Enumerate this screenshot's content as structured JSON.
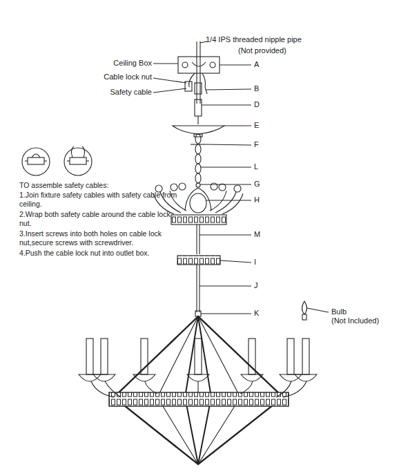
{
  "diagram": {
    "labels": [
      "1/4 IPS threaded nipple pipe",
      "(Not provided)",
      "Ceiling Box",
      "A",
      "Cable lock nut",
      "B",
      "Safety cable",
      "D",
      "E",
      "F",
      "L",
      "G",
      "H",
      "M",
      "I",
      "J",
      "K",
      "Bulb",
      "(Not Included)",
      "TO assemble safety cables:",
      "1.Join fixture safety cables with safety cable from ceiling.",
      "2.Wrap both safety cable around the cable lock nut.",
      "3.Insert screws into both holes on cable lock nut,secure screws with screwdriver.",
      "4.Push the cable lock nut into outlet box."
    ]
  }
}
